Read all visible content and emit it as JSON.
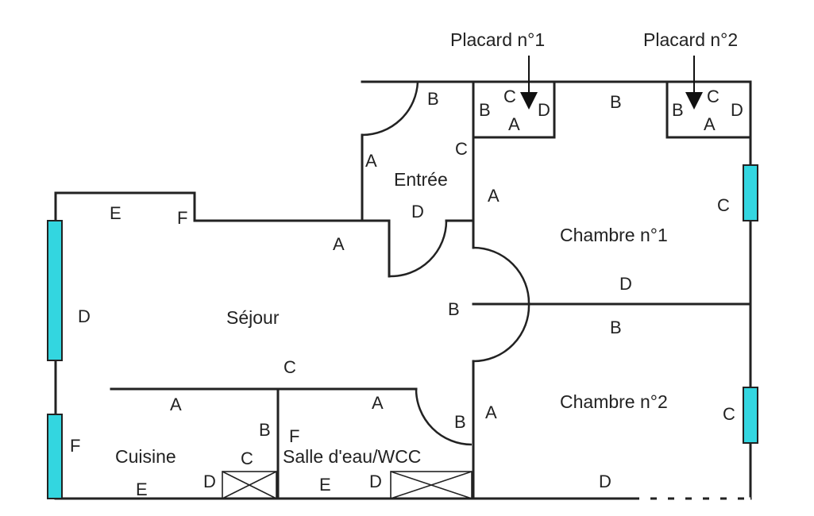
{
  "closets": {
    "closet1": "Placard n°1",
    "closet2": "Placard n°2"
  },
  "rooms": {
    "entree": "Entrée",
    "sejour": "Séjour",
    "chambre1": "Chambre n°1",
    "chambre2": "Chambre n°2",
    "cuisine": "Cuisine",
    "salle_eau": "Salle d'eau/WCC"
  },
  "wall_letters": {
    "A": "A",
    "B": "B",
    "C": "C",
    "D": "D",
    "E": "E",
    "F": "F"
  },
  "colors": {
    "window": "#33d6e0",
    "wall": "#222222"
  }
}
